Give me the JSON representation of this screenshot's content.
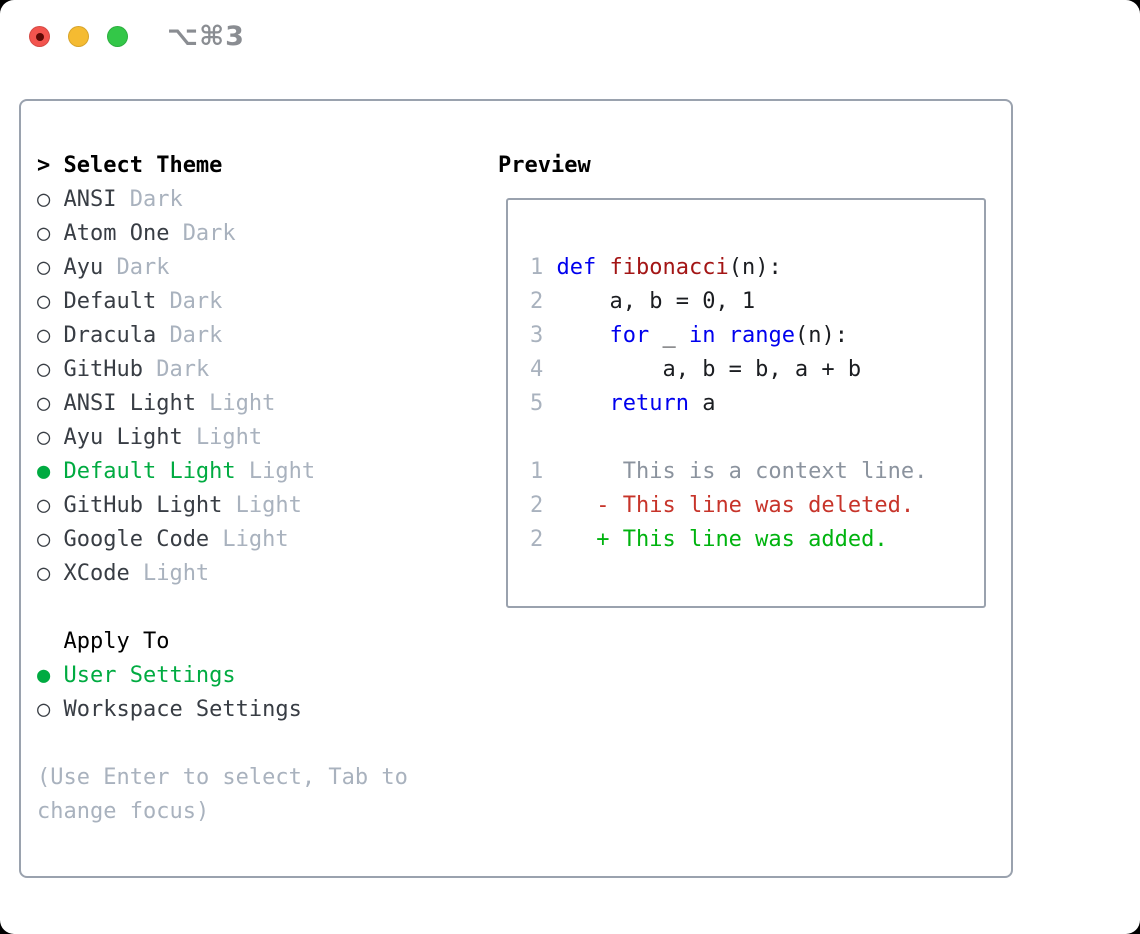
{
  "titlebar": {
    "shortcut_label": "⌥⌘3"
  },
  "theme_picker": {
    "prompt_marker": ">",
    "title": "Select Theme",
    "items": [
      {
        "marker": "○",
        "label": "ANSI",
        "tag": "Dark",
        "selected": false
      },
      {
        "marker": "○",
        "label": "Atom One",
        "tag": "Dark",
        "selected": false
      },
      {
        "marker": "○",
        "label": "Ayu",
        "tag": "Dark",
        "selected": false
      },
      {
        "marker": "○",
        "label": "Default",
        "tag": "Dark",
        "selected": false
      },
      {
        "marker": "○",
        "label": "Dracula",
        "tag": "Dark",
        "selected": false
      },
      {
        "marker": "○",
        "label": "GitHub",
        "tag": "Dark",
        "selected": false
      },
      {
        "marker": "○",
        "label": "ANSI Light",
        "tag": "Light",
        "selected": false
      },
      {
        "marker": "○",
        "label": "Ayu Light",
        "tag": "Light",
        "selected": false
      },
      {
        "marker": "●",
        "label": "Default Light",
        "tag": "Light",
        "selected": true
      },
      {
        "marker": "○",
        "label": "GitHub Light",
        "tag": "Light",
        "selected": false
      },
      {
        "marker": "○",
        "label": "Google Code",
        "tag": "Light",
        "selected": false
      },
      {
        "marker": "○",
        "label": "XCode",
        "tag": "Light",
        "selected": false
      }
    ]
  },
  "apply_to": {
    "title": "Apply To",
    "options": [
      {
        "marker": "●",
        "label": "User Settings",
        "selected": true
      },
      {
        "marker": "○",
        "label": "Workspace Settings",
        "selected": false
      }
    ]
  },
  "help_text": "(Use Enter to select, Tab to change focus)",
  "preview": {
    "title": "Preview",
    "lines": [
      {
        "tokens": [
          {
            "t": "1 ",
            "c": "lineno"
          },
          {
            "t": "def",
            "c": "keyword"
          },
          {
            "t": " ",
            "c": "plain"
          },
          {
            "t": "fibonacci",
            "c": "function"
          },
          {
            "t": "(n):",
            "c": "plain"
          }
        ]
      },
      {
        "tokens": [
          {
            "t": "2",
            "c": "lineno"
          },
          {
            "t": "     a, b = 0, 1",
            "c": "plain"
          }
        ]
      },
      {
        "tokens": [
          {
            "t": "3",
            "c": "lineno"
          },
          {
            "t": "     ",
            "c": "plain"
          },
          {
            "t": "for",
            "c": "keyword"
          },
          {
            "t": " _ ",
            "c": "plain"
          },
          {
            "t": "in",
            "c": "keyword"
          },
          {
            "t": " ",
            "c": "plain"
          },
          {
            "t": "range",
            "c": "keyword"
          },
          {
            "t": "(n):",
            "c": "plain"
          }
        ]
      },
      {
        "tokens": [
          {
            "t": "4",
            "c": "lineno"
          },
          {
            "t": "         a, b = b, a + b",
            "c": "plain"
          }
        ]
      },
      {
        "tokens": [
          {
            "t": "5",
            "c": "lineno"
          },
          {
            "t": "     ",
            "c": "plain"
          },
          {
            "t": "return",
            "c": "keyword"
          },
          {
            "t": " a",
            "c": "plain"
          }
        ]
      },
      {
        "tokens": []
      },
      {
        "tokens": [
          {
            "t": "1",
            "c": "lineno"
          },
          {
            "t": "      This is a context line.",
            "c": "context"
          }
        ]
      },
      {
        "tokens": [
          {
            "t": "2",
            "c": "lineno"
          },
          {
            "t": "    ",
            "c": "plain"
          },
          {
            "t": "- This line was deleted.",
            "c": "deleted"
          }
        ]
      },
      {
        "tokens": [
          {
            "t": "2",
            "c": "lineno"
          },
          {
            "t": "    ",
            "c": "plain"
          },
          {
            "t": "+ This line was added.",
            "c": "added"
          }
        ]
      }
    ]
  },
  "palette": {
    "selection_green": "#00ab41",
    "added_green": "#00b30f",
    "deleted_red": "#c7342a",
    "keyword_blue": "#0000ee",
    "function_red": "#a31515",
    "muted_gray": "#a9b2be",
    "context_gray": "#8b939e",
    "item_text": "#383d44",
    "border_gray": "#9aa2ae",
    "titlebar_gray": "#8a8d92",
    "traffic_red": "#f3544e",
    "traffic_red_dot": "#5e0a06",
    "traffic_yellow": "#f5bb31",
    "traffic_green": "#33c748"
  }
}
